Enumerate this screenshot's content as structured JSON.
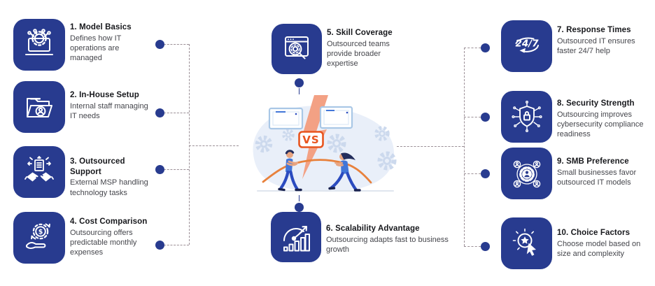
{
  "infographic": {
    "topic": "In-house vs outsourced IT comparison",
    "center": {
      "vs_label": "VS"
    }
  },
  "colors": {
    "tile_blue": "#283b8f",
    "accent_orange": "#e8551f",
    "bolt_salmon": "#f3a184",
    "dash_gray": "#9b8f96",
    "title_text": "#17181c",
    "body_text": "#45464c",
    "blob_blue": "#e9eff9",
    "gear_blue": "#ccd9ed",
    "figure_blue": "#4276d8",
    "rope_orange": "#e8813c"
  },
  "items": [
    {
      "num": 1,
      "title": "1. Model Basics",
      "desc": "Defines how IT operations are managed",
      "icon": "laptop-gear-icon"
    },
    {
      "num": 2,
      "title": "2. In-House Setup",
      "desc": "Internal staff managing IT needs",
      "icon": "folder-user-icon"
    },
    {
      "num": 3,
      "title": "3. Outsourced Support",
      "desc": "External MSP handling technology tasks",
      "icon": "handshake-icon"
    },
    {
      "num": 4,
      "title": "4. Cost Comparison",
      "desc": "Outsourcing offers predictable monthly expenses",
      "icon": "hand-gear-dollar-icon"
    },
    {
      "num": 5,
      "title": "5. Skill Coverage",
      "desc": "Outsourced teams provide broader expertise",
      "icon": "search-gear-window-icon"
    },
    {
      "num": 6,
      "title": "6. Scalability Advantage",
      "desc": "Outsourcing adapts fast to business growth",
      "icon": "gauge-growth-icon"
    },
    {
      "num": 7,
      "title": "7. Response Times",
      "desc": "Outsourced IT ensures faster 24/7 help",
      "icon": "24-7-icon"
    },
    {
      "num": 8,
      "title": "8. Security Strength",
      "desc": "Outsourcing improves cybersecurity compliance readiness",
      "icon": "shield-lock-icon"
    },
    {
      "num": 9,
      "title": "9. SMB Preference",
      "desc": "Small businesses favor outsourced IT models",
      "icon": "team-gear-icon"
    },
    {
      "num": 10,
      "title": "10. Choice Factors",
      "desc": "Choose model based on size and complexity",
      "icon": "choice-click-icon"
    }
  ]
}
